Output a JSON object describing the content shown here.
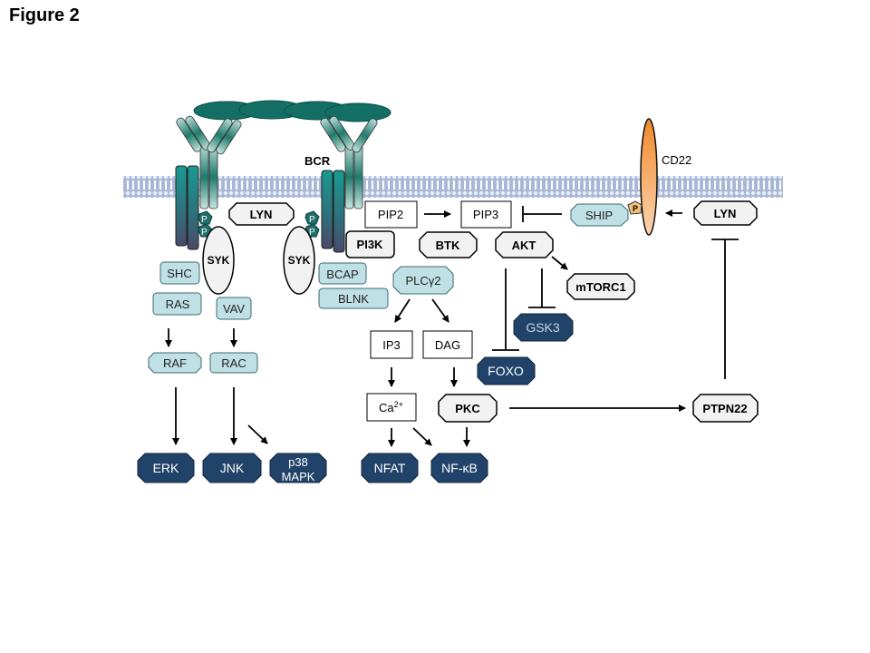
{
  "figure": {
    "title": "Figure 2"
  },
  "labels": {
    "bcr": "BCR",
    "cd22": "CD22",
    "phospho": "P"
  },
  "colors": {
    "membrane": "#9fb3d6",
    "receptor_teal": "#1a8a86",
    "antigen": "#136f66",
    "pale_blue": "#bfe0e4",
    "dark_navy": "#21436a",
    "white_node": "#f2f2f2",
    "cd22_orange": "#f5963c",
    "phospho_orange": "#f7c07a"
  },
  "nodes": {
    "lyn_left": "LYN",
    "syk_left": "SYK",
    "syk_right": "SYK",
    "shc": "SHC",
    "ras": "RAS",
    "vav": "VAV",
    "raf": "RAF",
    "rac": "RAC",
    "erk": "ERK",
    "jnk": "JNK",
    "p38_line1": "p38",
    "p38_line2": "MAPK",
    "bcap": "BCAP",
    "blnk": "BLNK",
    "pip2": "PIP2",
    "pip3": "PIP3",
    "pi3k": "PI3K",
    "btk": "BTK",
    "akt": "AKT",
    "plcg2": "PLCγ2",
    "ip3": "IP3",
    "dag": "DAG",
    "ca_base": "Ca",
    "ca_sup": "2+",
    "pkc": "PKC",
    "nfat": "NFAT",
    "nfkb": "NF-κB",
    "mtorc1": "mTORC1",
    "gsk3": "GSK3",
    "foxo": "FOXO",
    "ship": "SHIP",
    "lyn_right": "LYN",
    "ptpn22": "PTPN22"
  }
}
